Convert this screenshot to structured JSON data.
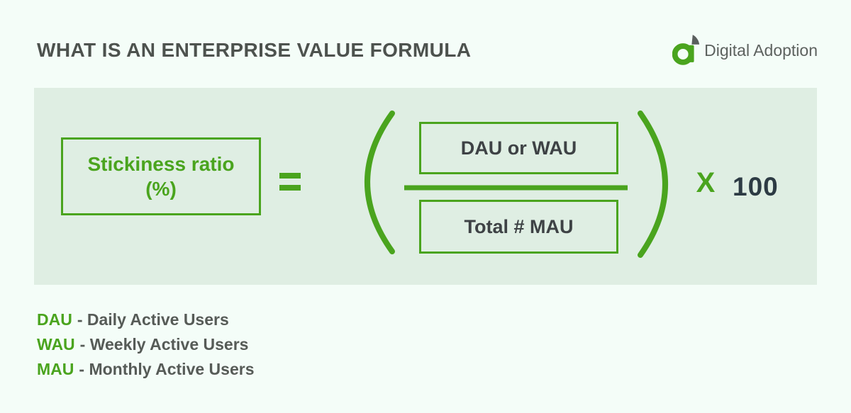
{
  "header": {
    "title": "WHAT IS AN ENTERPRISE VALUE FORMULA",
    "logo_text": "Digital Adoption"
  },
  "formula": {
    "result_line1": "Stickiness ratio",
    "result_line2": "(%)",
    "equals": "=",
    "numerator": "DAU or WAU",
    "denominator": "Total # MAU",
    "multiply_sign": "X",
    "multiplier": "100"
  },
  "legend": [
    {
      "term": "DAU",
      "definition": "- Daily Active Users"
    },
    {
      "term": "WAU",
      "definition": "- Weekly Active Users"
    },
    {
      "term": "MAU",
      "definition": "- Monthly Active Users"
    }
  ],
  "colors": {
    "accent_green": "#4aa41e",
    "panel_background": "#dfeee3",
    "page_background": "#f4fdf8",
    "dark_text": "#3e4245",
    "title_text": "#4d524e",
    "number_text": "#2d3b44"
  }
}
